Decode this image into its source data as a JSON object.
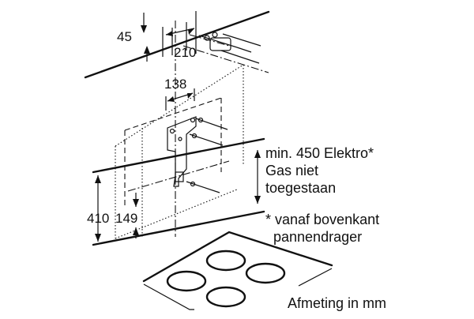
{
  "diagram": {
    "dimensions": {
      "top_offset": "45",
      "bracket_depth": "210",
      "bracket_spacing": "138",
      "height_total": "410",
      "height_lower": "149"
    },
    "notes": {
      "min_clearance_line1": "min. 450 Elektro*",
      "min_clearance_line2": "Gas niet",
      "min_clearance_line3": "toegestaan",
      "footnote_line1": "* vanaf bovenkant",
      "footnote_line2": "pannendrager",
      "units": "Afmeting in mm"
    },
    "colors": {
      "line": "#111111",
      "background": "#ffffff"
    }
  }
}
